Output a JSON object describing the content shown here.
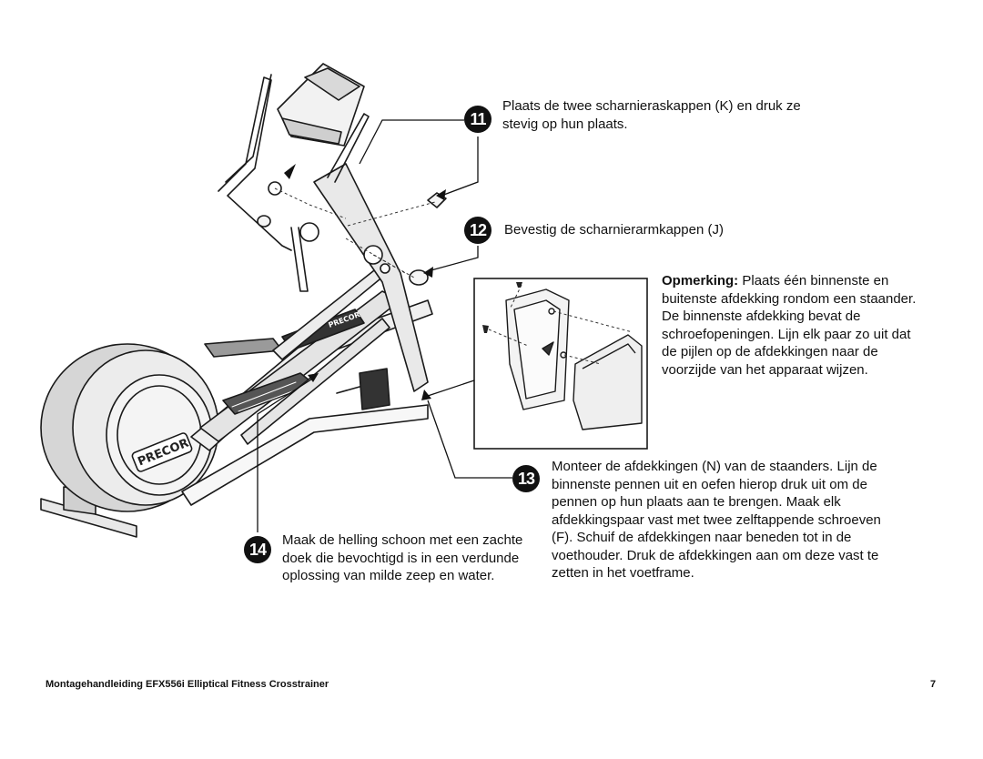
{
  "steps": [
    {
      "number": "11",
      "text": "Plaats de twee scharnieraskappen (K) en druk ze stevig op hun plaats."
    },
    {
      "number": "12",
      "text": "Bevestig de scharnierarmkappen (J)"
    },
    {
      "number": "13",
      "text": "Monteer de afdekkingen (N) van de staanders. Lijn de binnenste pennen uit en oefen hierop druk uit om de pennen op hun plaats aan te brengen. Maak elk afdekkingspaar vast met twee zelftappende schroeven (F). Schuif de afdekkingen naar beneden tot in de voethouder. Druk de afdekkingen aan om deze vast te zetten in het voetframe."
    },
    {
      "number": "14",
      "text": "Maak de helling schoon met een zachte doek die bevochtigd is in een verdunde oplossing van milde zeep en water."
    }
  ],
  "note": {
    "label": "Opmerking:",
    "text": " Plaats één binnenste en buitenste afdekking rondom een staander. De binnenste afdekking bevat de schroefopeningen. Lijn elk paar zo uit dat de pijlen op de afdekkingen naar de voorzijde van het apparaat wijzen."
  },
  "illustration": {
    "brand_logo": "PRECOR",
    "ramp_logo": "PRECOR"
  },
  "footer": {
    "title": "Montagehandleiding EFX556i Elliptical Fitness Crosstrainer",
    "page_number": "7"
  }
}
